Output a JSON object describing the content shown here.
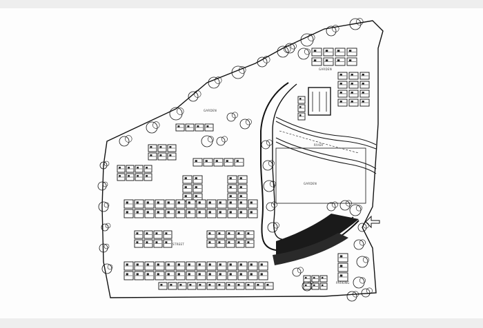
{
  "plan": {
    "labels": {
      "zone_top_right": "GARDEN",
      "zone_top_left": "GARDEN",
      "river": "RIVER",
      "field": "GARDEN",
      "street": "STREET",
      "parking": "PARKING"
    },
    "colors": {
      "ink": "#111111",
      "paper": "#fdfdfd",
      "chrome": "#eeeeee"
    }
  }
}
